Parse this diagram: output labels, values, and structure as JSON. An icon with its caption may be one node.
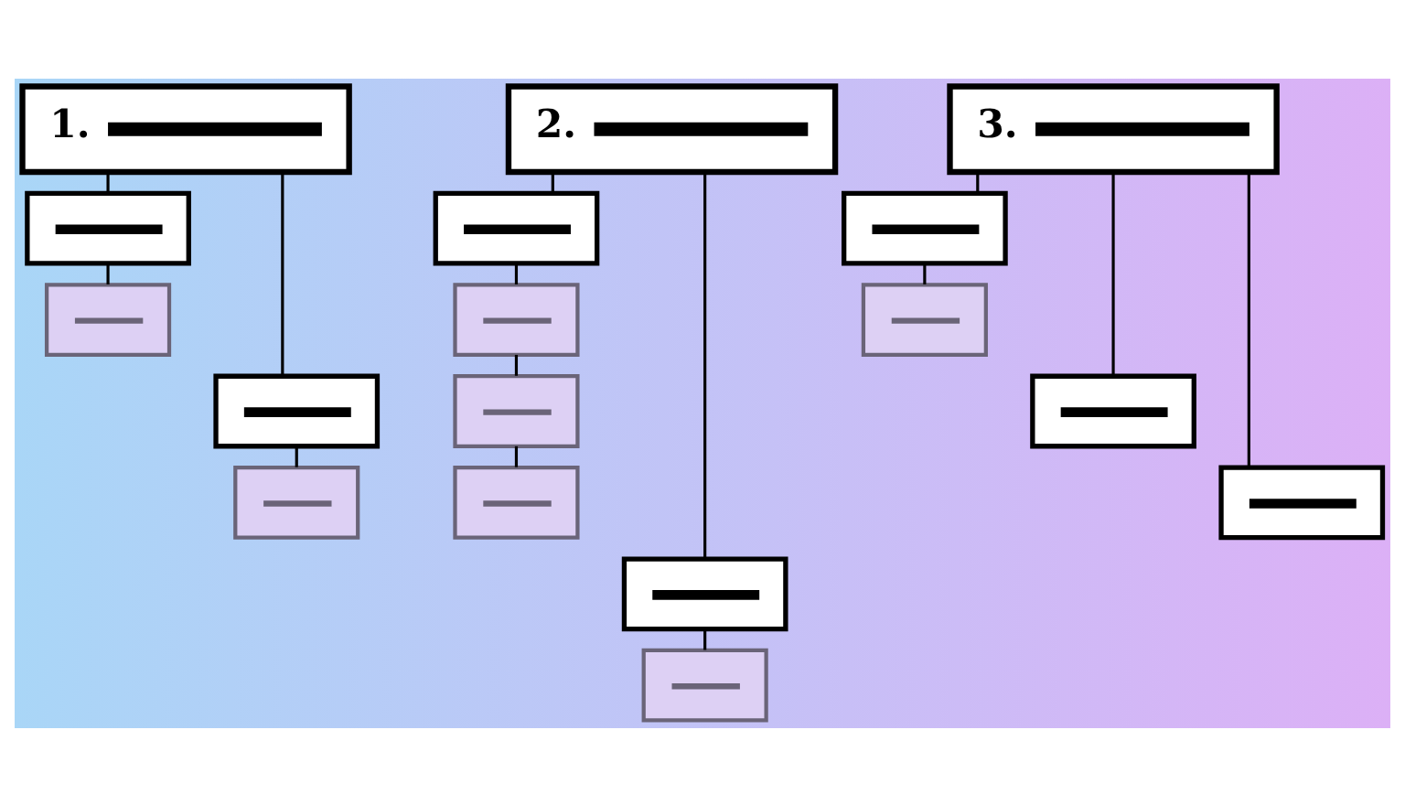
{
  "diagram": {
    "nodes": [
      {
        "text": [
          "1."
        ]
      },
      {
        "text": [],
        "shape": "box"
      },
      {
        "text": [],
        "shape": "box"
      },
      {
        "text": [],
        "shape": "box"
      },
      {
        "text": [],
        "shape": "box"
      },
      {
        "text": [
          "2."
        ]
      },
      {
        "text": [],
        "shape": "box"
      },
      {
        "text": [],
        "shape": "box"
      },
      {
        "text": [],
        "shape": "box"
      },
      {
        "text": [],
        "shape": "box"
      },
      {
        "text": [],
        "shape": "box"
      },
      {
        "text": [],
        "shape": "box"
      },
      {
        "text": [
          "3."
        ]
      },
      {
        "text": [],
        "shape": "box"
      },
      {
        "text": [],
        "shape": "box"
      },
      {
        "text": [],
        "shape": "box"
      },
      {
        "text": [],
        "shape": "box"
      }
    ],
    "edges": [
      {
        "from": 0,
        "to": 1,
        "arrow": "none"
      },
      {
        "from": 1,
        "to": 2,
        "arrow": "none"
      },
      {
        "from": 0,
        "to": 3,
        "arrow": "none"
      },
      {
        "from": 3,
        "to": 4,
        "arrow": "none"
      },
      {
        "from": 5,
        "to": 6,
        "arrow": "none"
      },
      {
        "from": 6,
        "to": 7,
        "arrow": "none"
      },
      {
        "from": 7,
        "to": 8,
        "arrow": "none"
      },
      {
        "from": 8,
        "to": 9,
        "arrow": "none"
      },
      {
        "from": 5,
        "to": 10,
        "arrow": "none"
      },
      {
        "from": 10,
        "to": 11,
        "arrow": "none"
      },
      {
        "from": 12,
        "to": 13,
        "arrow": "none"
      },
      {
        "from": 13,
        "to": 14,
        "arrow": "none"
      },
      {
        "from": 12,
        "to": 15,
        "arrow": "none"
      },
      {
        "from": 12,
        "to": 16,
        "arrow": "none"
      }
    ]
  }
}
